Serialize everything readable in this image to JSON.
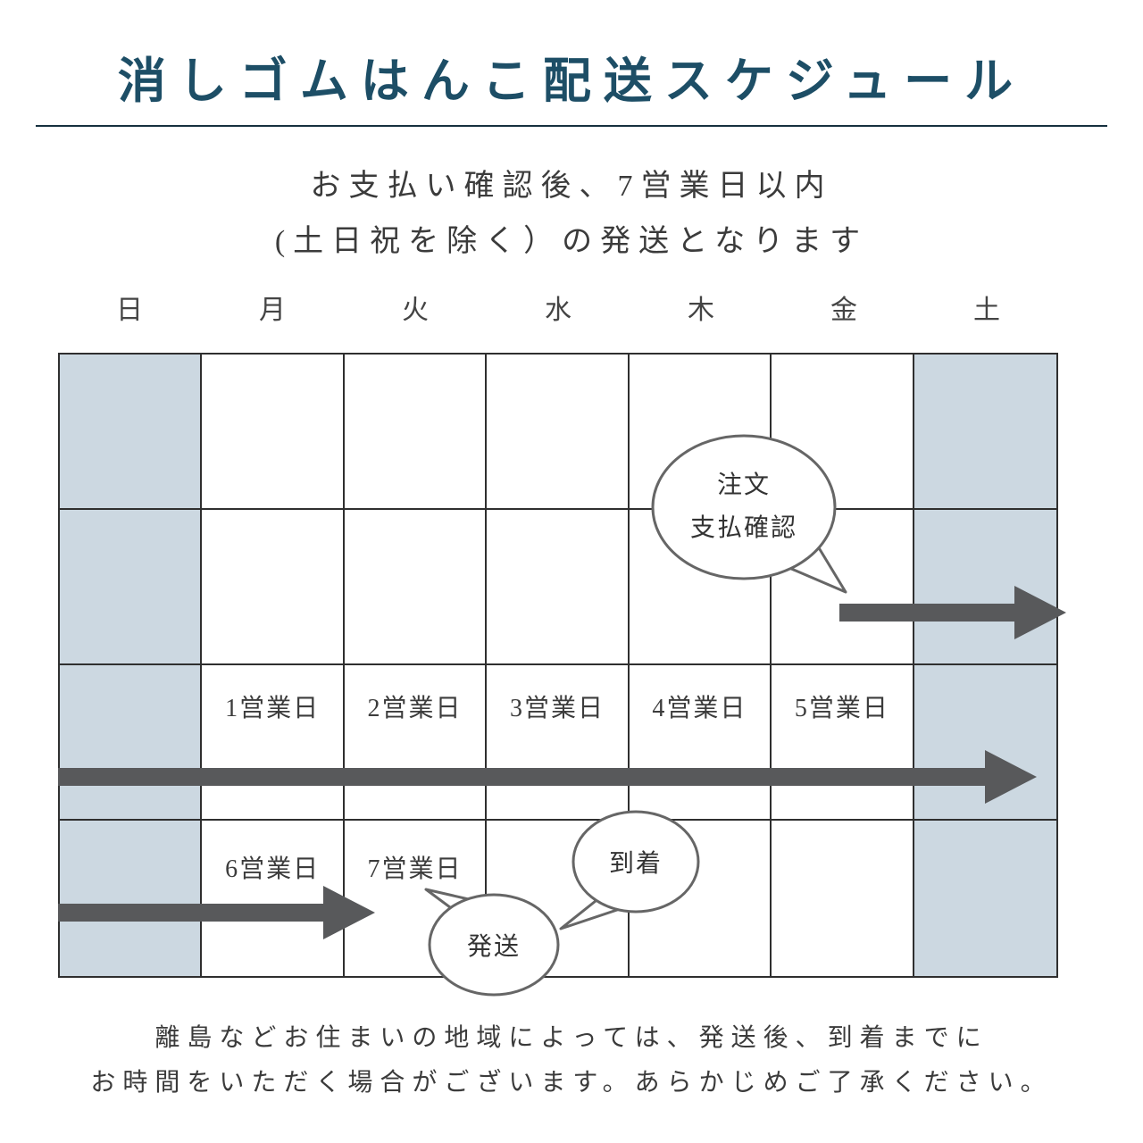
{
  "title": "消しゴムはんこ配送スケジュール",
  "subtitle": {
    "line1": "お支払い確認後、7営業日以内",
    "line2": "(土日祝を除く）の発送となります"
  },
  "calendar": {
    "day_headers": [
      "日",
      "月",
      "火",
      "水",
      "木",
      "金",
      "土"
    ],
    "week2_labels": [
      "1営業日",
      "2営業日",
      "3営業日",
      "4営業日",
      "5営業日"
    ],
    "week3_labels": [
      "6営業日",
      "7営業日"
    ]
  },
  "bubbles": {
    "order_line1": "注文",
    "order_line2": "支払確認",
    "arrival": "到着",
    "shipping": "発送"
  },
  "footer": {
    "line1": "離島などお住まいの地域によっては、発送後、到着までに",
    "line2": "お時間をいただく場合がございます。あらかじめご了承ください。"
  },
  "colors": {
    "title_color": "#1d4e66",
    "weekend_fill": "#ccd8e1",
    "grid_line": "#2f2f2f",
    "arrow": "#58595b",
    "bubble_border": "#666666"
  }
}
